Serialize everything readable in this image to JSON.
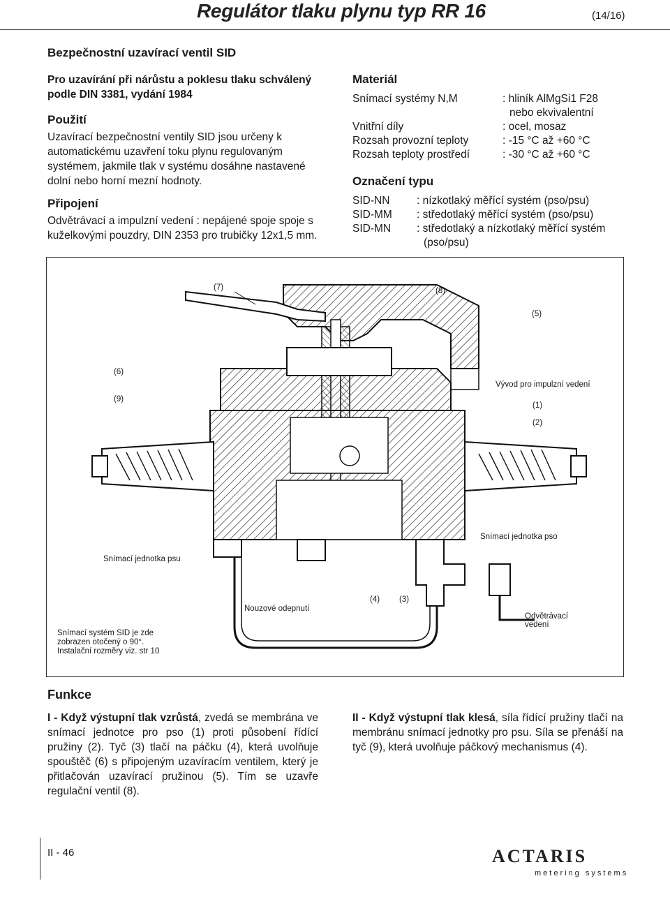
{
  "header": {
    "title": "Regulátor tlaku plynu typ RR 16",
    "page_ref": "(14/16)"
  },
  "left": {
    "heading": "Bezpečnostní uzavírací ventil SID",
    "subheading": "Pro uzavírání při nárůstu a poklesu tlaku schválený podle DIN 3381, vydání 1984",
    "use_heading": "Použití",
    "use_text": "Uzavírací bezpečnostní ventily SID jsou určeny k automatickému uzavření toku plynu regulovaným systémem, jakmile tlak v systému dosáhne nastavené dolní nebo horní mezní hodnoty.",
    "conn_heading": "Připojení",
    "conn_text": "Odvětrávací a impulzní vedení : nepájené spoje spoje s kuželkovými pouzdry, DIN 2353 pro trubičky 12x1,5 mm."
  },
  "right": {
    "material_heading": "Materiál",
    "materials": [
      {
        "k": "Snímací systémy N,M",
        "v": ": hliník AlMgSi1 F28"
      },
      {
        "k": "",
        "v": "nebo ekvivalentní"
      },
      {
        "k": "Vnitřní díly",
        "v": ": ocel, mosaz"
      },
      {
        "k": "Rozsah provozní teploty",
        "v": ": -15 °C až +60 °C"
      },
      {
        "k": "Rozsah teploty prostředí",
        "v": ": -30 °C až +60 °C"
      }
    ],
    "type_heading": "Označení typu",
    "types": [
      {
        "k": "SID-NN",
        "v": ": nízkotlaký měřící systém (pso/psu)"
      },
      {
        "k": "SID-MM",
        "v": ": středotlaký měřící systém (pso/psu)"
      },
      {
        "k": "SID-MN",
        "v": ": středotlaký a nízkotlaký měřící systém"
      },
      {
        "k": "",
        "v": "(pso/psu)"
      }
    ]
  },
  "figure": {
    "labels": {
      "l7": "(7)",
      "l8": "(8)",
      "l5": "(5)",
      "l6": "(6)",
      "l9": "(9)",
      "vyvod": "Vývod pro impulzní vedení",
      "l1": "(1)",
      "l2": "(2)",
      "snim_so": "Snímací jednotka pso",
      "snim_su": "Snímací jednotka psu",
      "nouz": "Nouzové odepnutí",
      "l4": "(4)",
      "l3": "(3)",
      "odvet": "Odvětrávací vedení",
      "note": "Snímací systém SID je zde zobrazen otočený o 90°. Instalační rozměry viz. str 10"
    }
  },
  "funkce": {
    "heading": "Funkce",
    "p1_lead": "I - Když výstupní tlak vzrůstá",
    "p1": ", zvedá se membrána ve snímací jednotce pro pso (1) proti působení řídící pružiny (2). Tyč (3) tlačí na páčku (4), která uvolňuje spouštěč (6) s připojeným uzavíracím ventilem, který je přitlačován uzavírací pružinou (5). Tím se uzavře regulační ventil (8).",
    "p2_lead": "II - Když výstupní tlak klesá",
    "p2": ", síla řídící pružiny tlačí na membránu snímací jednotky pro psu. Síla se přenáší na tyč (9), která uvolňuje páčkový mechanismus (4)."
  },
  "footer": {
    "page": "II - 46",
    "brand": "ACTARIS",
    "brand_sub": "metering systems"
  }
}
